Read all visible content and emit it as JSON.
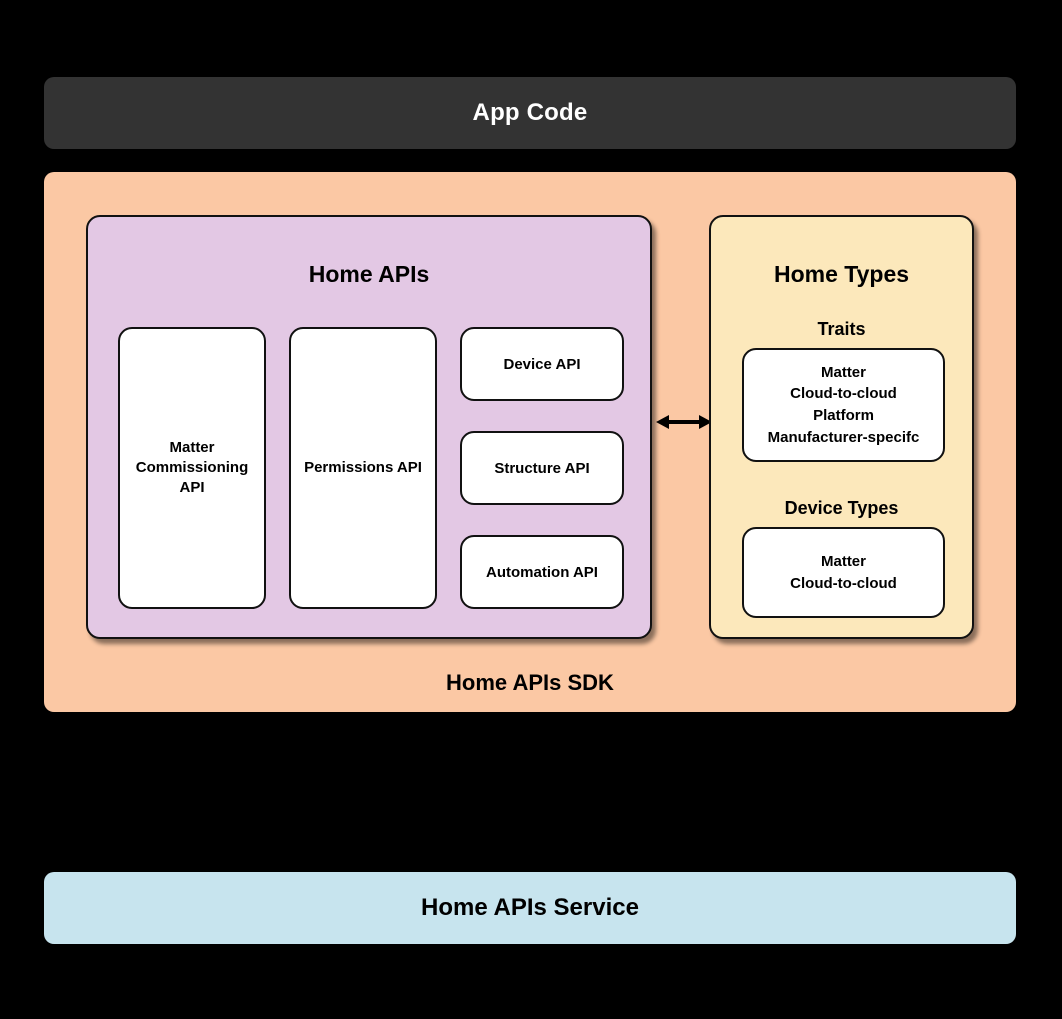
{
  "colors": {
    "background": "#000000",
    "app_code_bar": "#333333",
    "app_code_text": "#ffffff",
    "sdk_container": "#FBC8A4",
    "home_apis_panel": "#E3C8E4",
    "home_types_panel": "#FCE8BB",
    "inner_box": "#ffffff",
    "border": "#111111",
    "service_bar": "#C7E4EE",
    "text": "#000000"
  },
  "app_code": {
    "label": "App Code"
  },
  "sdk": {
    "label": "Home APIs SDK"
  },
  "home_apis": {
    "title": "Home APIs",
    "matter_commissioning_api": "Matter\nCommissioning\nAPI",
    "permissions_api": "Permissions API",
    "device_api": "Device API",
    "structure_api": "Structure API",
    "automation_api": "Automation API"
  },
  "connector": {
    "icon": "double-headed-arrow"
  },
  "home_types": {
    "title": "Home Types",
    "traits_label": "Traits",
    "traits_items": "Matter\nCloud-to-cloud\nPlatform\nManufacturer-specifc",
    "device_types_label": "Device Types",
    "device_types_items": "Matter\nCloud-to-cloud"
  },
  "service": {
    "label": "Home APIs Service"
  }
}
